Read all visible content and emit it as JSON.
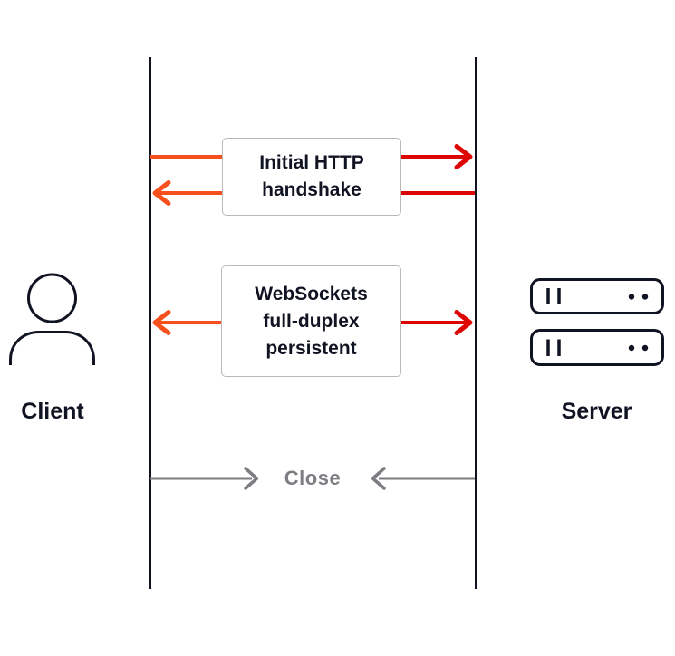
{
  "diagram_title": "websockets-client-server-sequence",
  "actors": {
    "client": "Client",
    "server": "Server"
  },
  "boxes": [
    {
      "name": "initial-http-handshake",
      "lines": [
        "Initial HTTP",
        "handshake"
      ]
    },
    {
      "name": "websockets-full-duplex",
      "lines": [
        "WebSockets",
        "full-duplex",
        "persistent"
      ]
    }
  ],
  "close": {
    "label": "Close"
  },
  "colors": {
    "ink": "#101321",
    "accent_orange": "#f7501d",
    "accent_red": "#dd0404",
    "neutral_gray": "#7d7d83",
    "box_border": "#b9b9b9"
  }
}
